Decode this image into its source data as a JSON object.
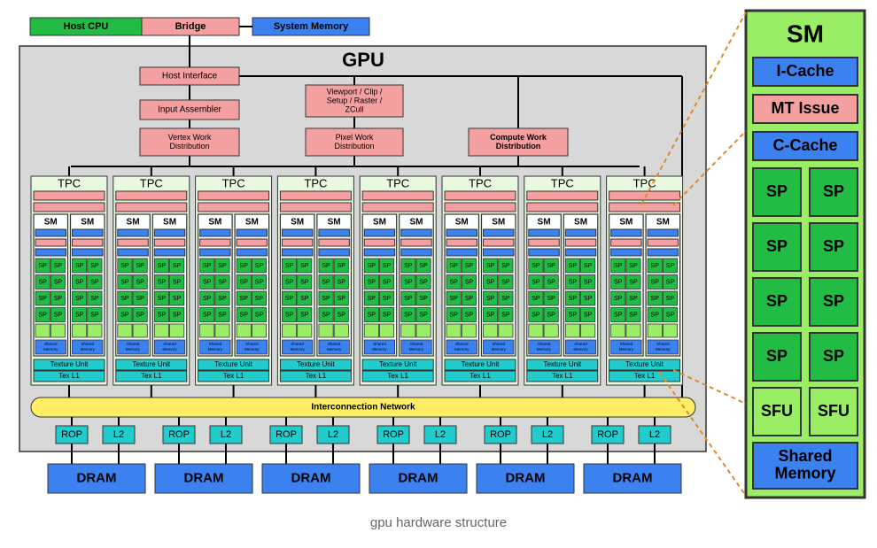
{
  "top": {
    "host_cpu": "Host CPU",
    "bridge": "Bridge",
    "system_memory": "System Memory"
  },
  "gpu": {
    "title": "GPU",
    "host_interface": "Host Interface",
    "input_assembler": "Input Assembler",
    "viewport": [
      "Viewport / Clip /",
      "Setup / Raster /",
      "ZCull"
    ],
    "vertex_work": [
      "Vertex Work",
      "Distribution"
    ],
    "pixel_work": [
      "Pixel Work",
      "Distribution"
    ],
    "compute_work": [
      "Compute Work",
      "Distribution"
    ],
    "tpc_label": "TPC",
    "sm_label": "SM",
    "sp_label": "SP",
    "shared_small": [
      "Shared",
      "Memory"
    ],
    "texture_unit": "Texture Unit",
    "tex_l1": "Tex L1",
    "interconnect": "Interconnection Network",
    "rop": "ROP",
    "l2": "L2",
    "dram": "DRAM",
    "tpc_count": 8,
    "partition_count": 6
  },
  "sm_detail": {
    "title": "SM",
    "icache": "I-Cache",
    "mt_issue": "MT Issue",
    "ccache": "C-Cache",
    "sp": "SP",
    "sfu": "SFU",
    "shared": [
      "Shared",
      "Memory"
    ]
  },
  "caption": "gpu hardware structure",
  "colors": {
    "green": "#22bb44",
    "light_green": "#99ee66",
    "pink": "#f4a0a0",
    "blue": "#3b82f0",
    "cyan": "#22cccc",
    "yellow": "#ffee66",
    "gpu_bg": "#d8d8d8",
    "tpc_bg": "#e9f9e0",
    "border": "#333333",
    "orange": "#e08a2a"
  }
}
